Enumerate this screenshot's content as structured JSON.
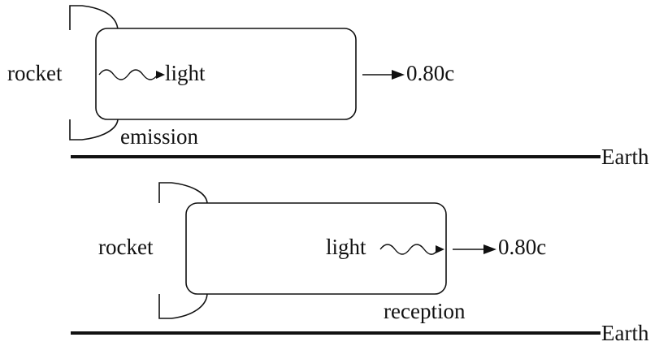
{
  "scene_top": {
    "object_label": "rocket",
    "signal_label": "light",
    "speed_label": "0.80c",
    "event_label": "emission",
    "ground_label": "Earth"
  },
  "scene_bottom": {
    "object_label": "rocket",
    "signal_label": "light",
    "speed_label": "0.80c",
    "event_label": "reception",
    "ground_label": "Earth"
  }
}
